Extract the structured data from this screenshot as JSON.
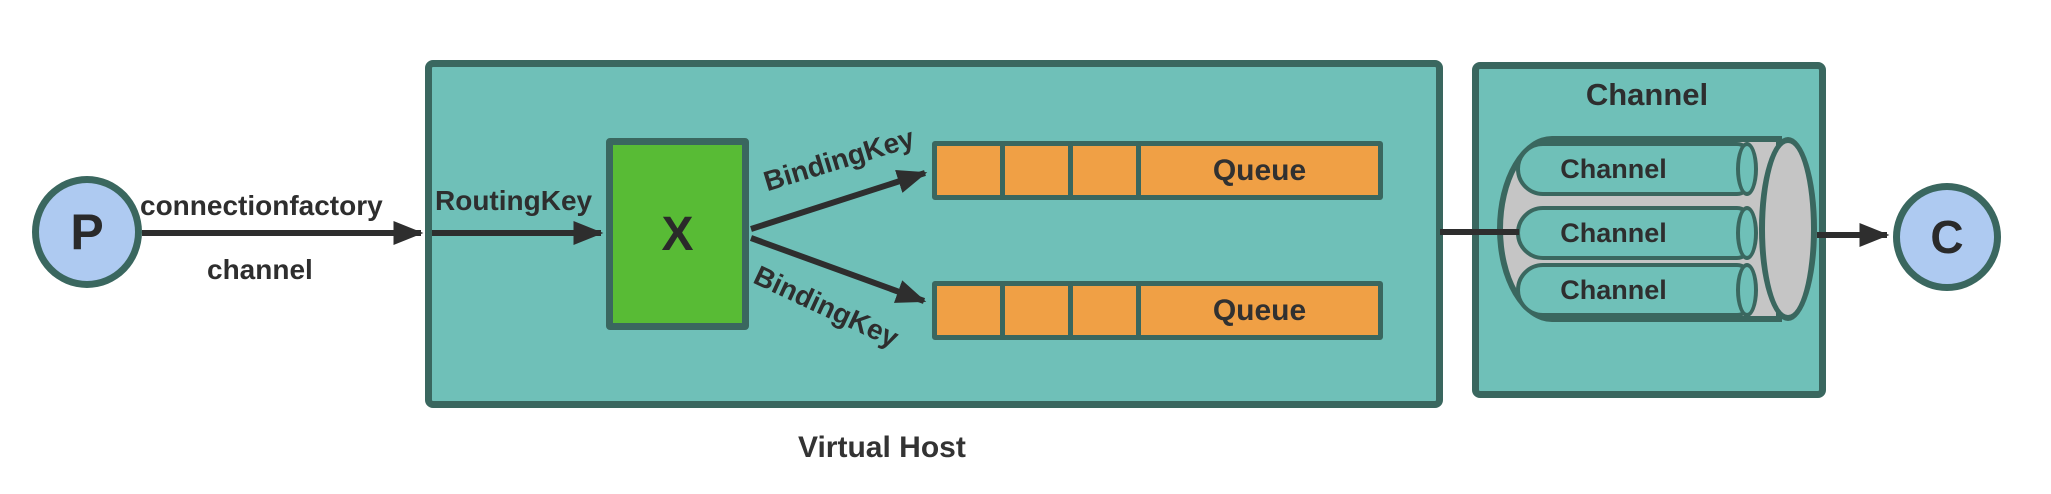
{
  "diagram": {
    "producer": {
      "label": "P"
    },
    "consumer": {
      "label": "C"
    },
    "connection_labels": {
      "top": "connectionfactory",
      "bottom": "channel"
    },
    "routing_key_label": "RoutingKey",
    "virtual_host": {
      "label": "Virtual Host",
      "exchange": {
        "label": "X"
      },
      "binding_keys": [
        "BindingKey",
        "BindingKey"
      ],
      "queues": [
        {
          "label": "Queue",
          "empty_segments": 3
        },
        {
          "label": "Queue",
          "empty_segments": 3
        }
      ]
    },
    "connection_box": {
      "title": "Channel",
      "channels": [
        "Channel",
        "Channel",
        "Channel"
      ]
    },
    "colors": {
      "container_fill": "#6FC0B8",
      "outline": "#3A675F",
      "exchange_fill": "#58BB35",
      "queue_fill": "#F0A045",
      "endpoint_fill": "#AECAF1",
      "cylinder_fill": "#C5C5C5",
      "arrow": "#2E2E2E"
    }
  }
}
